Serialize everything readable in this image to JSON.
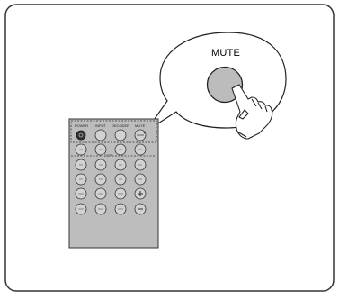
{
  "callout": {
    "label": "MUTE"
  },
  "remote": {
    "top_labels": [
      "POWER",
      "INPUT",
      "DECODER",
      "MUTE"
    ],
    "dsp_label": "DSP"
  }
}
